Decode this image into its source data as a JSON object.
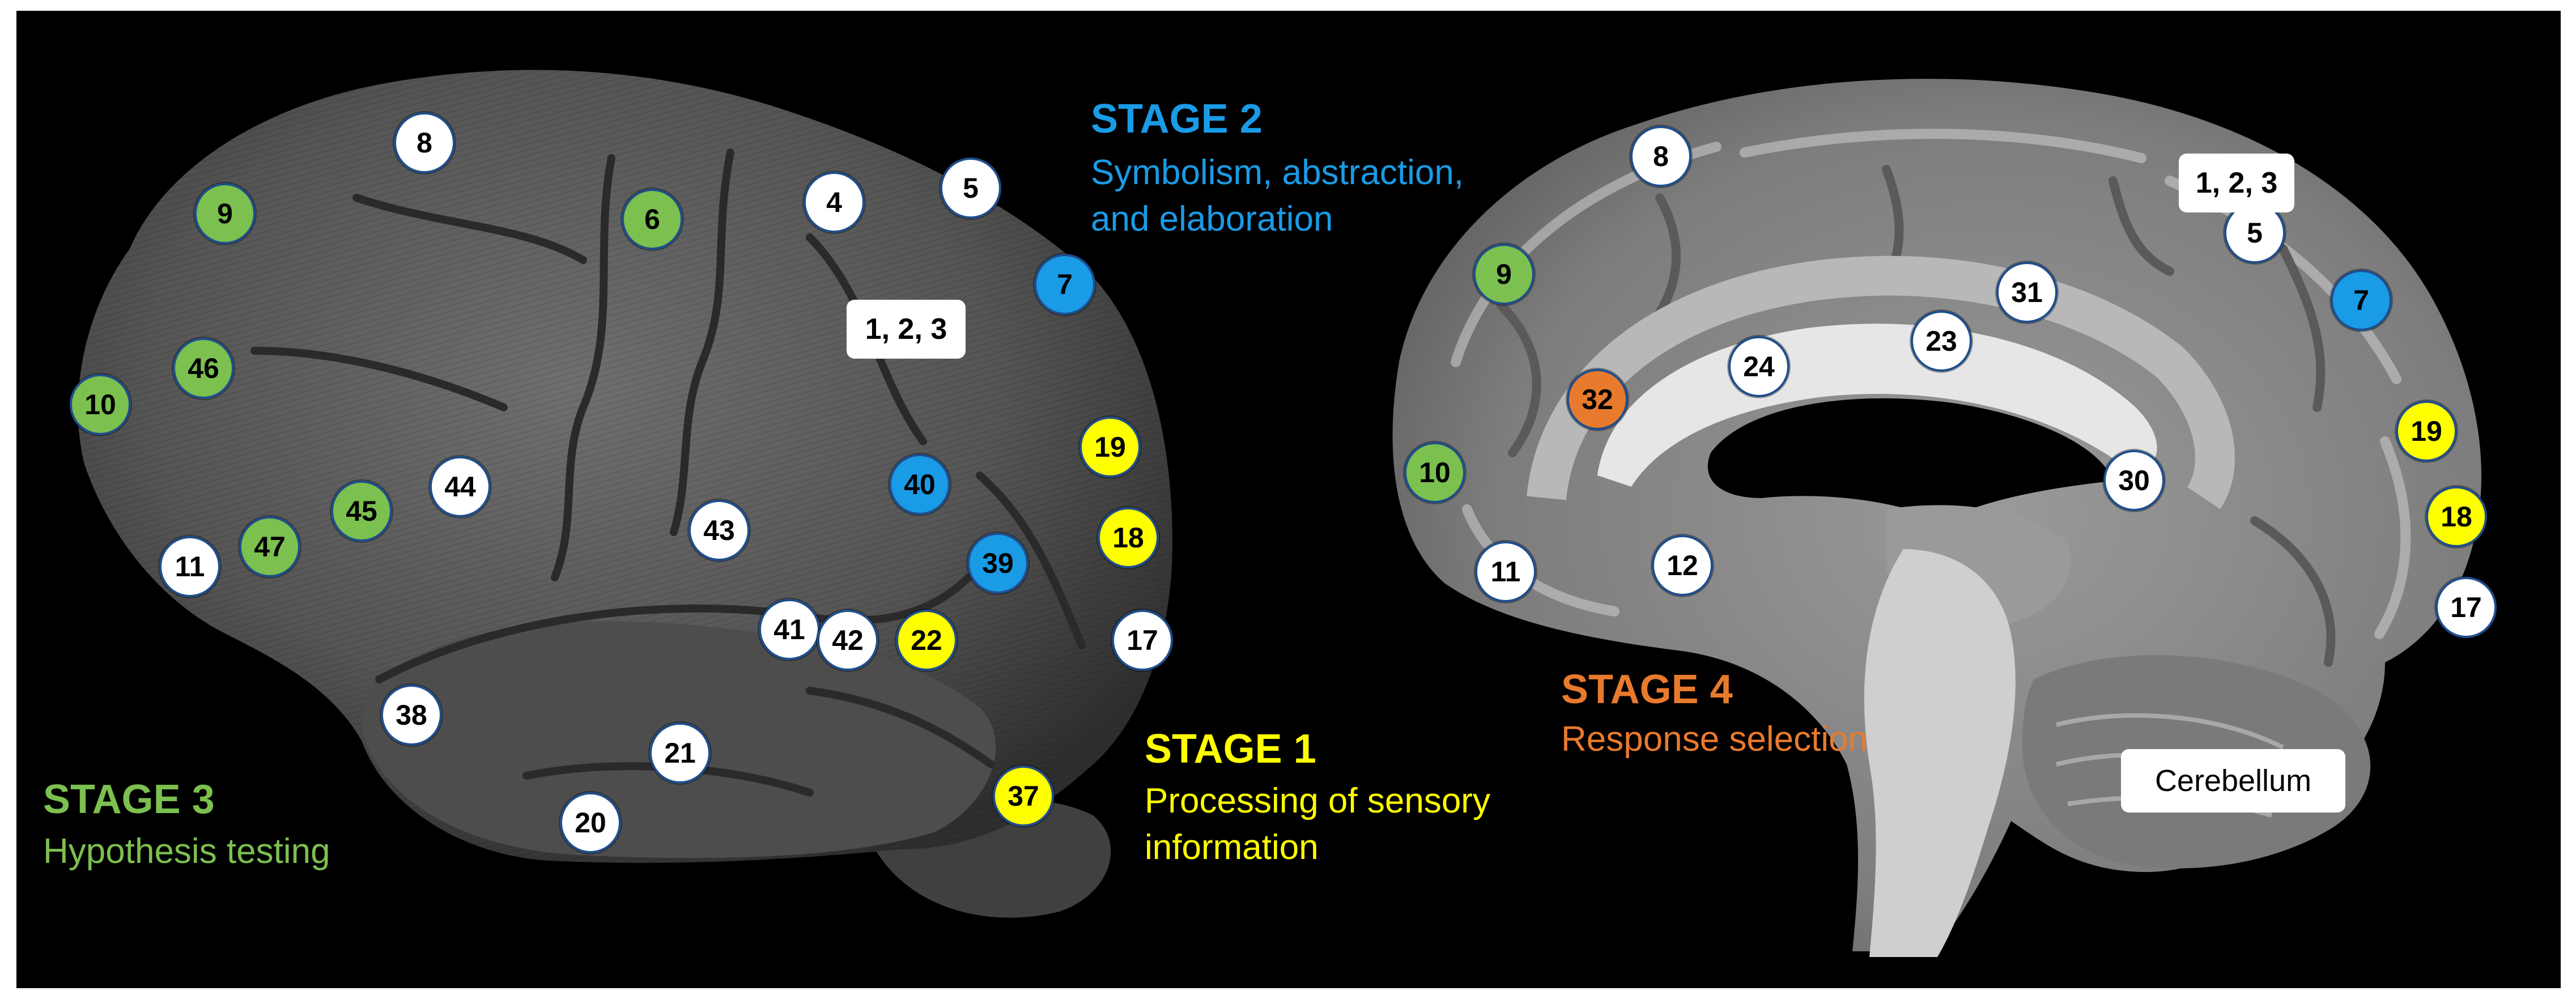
{
  "colors": {
    "background": "#000000",
    "stage1": "#ffff00",
    "stage2": "#1a9be6",
    "stage3": "#7cc04f",
    "stage4": "#e87a2d",
    "neutral": "#ffffff"
  },
  "stages": {
    "stage1": {
      "title": "STAGE 1",
      "line1": "Processing of sensory",
      "line2": "information"
    },
    "stage2": {
      "title": "STAGE 2",
      "line1": "Symbolism, abstraction,",
      "line2": "and elaboration"
    },
    "stage3": {
      "title": "STAGE 3",
      "line1": "Hypothesis testing"
    },
    "stage4": {
      "title": "STAGE 4",
      "line1": "Response selection"
    }
  },
  "lateral_view": {
    "region_tag": "1, 2, 3",
    "areas": [
      "8",
      "9",
      "6",
      "4",
      "5",
      "7",
      "46",
      "10",
      "44",
      "45",
      "47",
      "11",
      "40",
      "19",
      "43",
      "18",
      "39",
      "41",
      "42",
      "22",
      "17",
      "38",
      "21",
      "37",
      "20"
    ]
  },
  "medial_view": {
    "region_tag": "1, 2, 3",
    "structure_label": "Cerebellum",
    "areas": [
      "8",
      "5",
      "9",
      "31",
      "7",
      "23",
      "24",
      "32",
      "19",
      "10",
      "30",
      "18",
      "12",
      "11",
      "17"
    ]
  }
}
